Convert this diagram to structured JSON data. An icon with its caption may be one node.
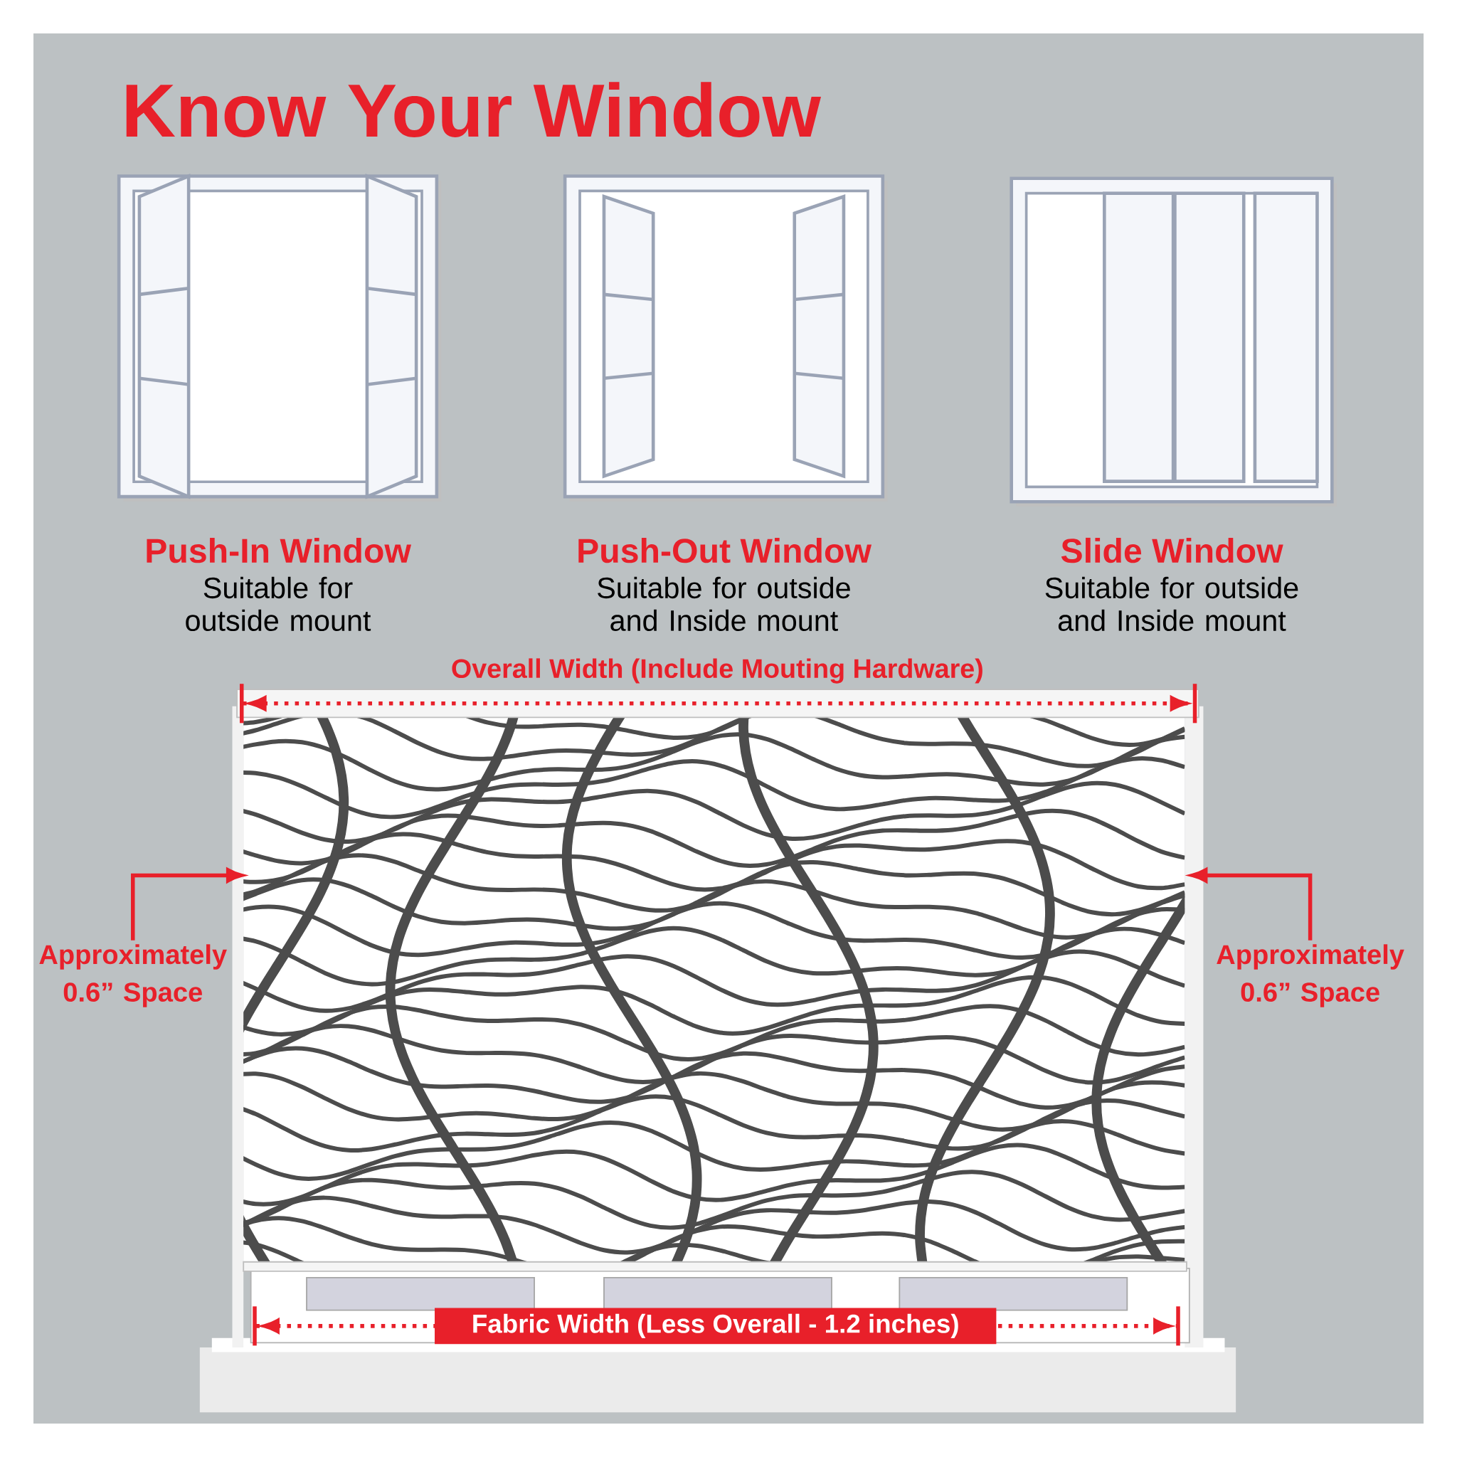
{
  "diagram": {
    "title": "Know Your Window",
    "nodes": [
      {
        "text": [
          "Push-In Window",
          "Suitable for outside mount"
        ]
      },
      {
        "text": [
          "Push-Out Window",
          "Suitable for outside and Inside mount"
        ]
      },
      {
        "text": [
          "Slide Window",
          "Suitable for outside and Inside mount"
        ]
      },
      {
        "text": [
          "Approximately 0.6” Space"
        ]
      },
      {
        "text": [
          "Approximately 0.6” Space"
        ]
      }
    ],
    "edges": [
      {
        "from": 3,
        "to": null,
        "arrow": "to"
      },
      {
        "from": 4,
        "to": null,
        "arrow": "to"
      }
    ],
    "labels": [
      "Overall Width (Include Mouting Hardware)",
      "Fabric Width (Less Overall - 1.2 inches)"
    ]
  }
}
